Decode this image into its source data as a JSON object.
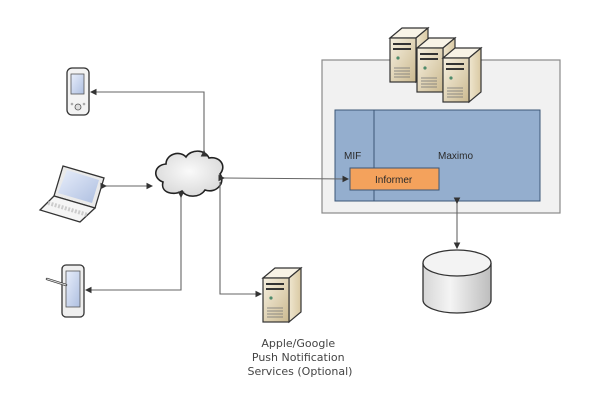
{
  "diagram": {
    "nodes": {
      "maximo": {
        "label": "Maximo",
        "fill": "#94aece"
      },
      "mif": {
        "label": "MIF"
      },
      "informer": {
        "label": "Informer",
        "fill": "#f4a25c"
      },
      "push_service": {
        "caption": [
          "Apple/Google",
          "Push Notification",
          "Services (Optional)"
        ]
      },
      "cloud": {
        "label": ""
      },
      "database": {
        "label": ""
      },
      "app_servers": {
        "count": 3
      },
      "devices": [
        "pda",
        "laptop",
        "tablet"
      ]
    },
    "colors": {
      "outer_box": "#f1f1f1",
      "outer_border": "#8a8a8a",
      "inner_border": "#3b5676",
      "connector": "#666666",
      "server_body": "#e6dcc4"
    }
  }
}
